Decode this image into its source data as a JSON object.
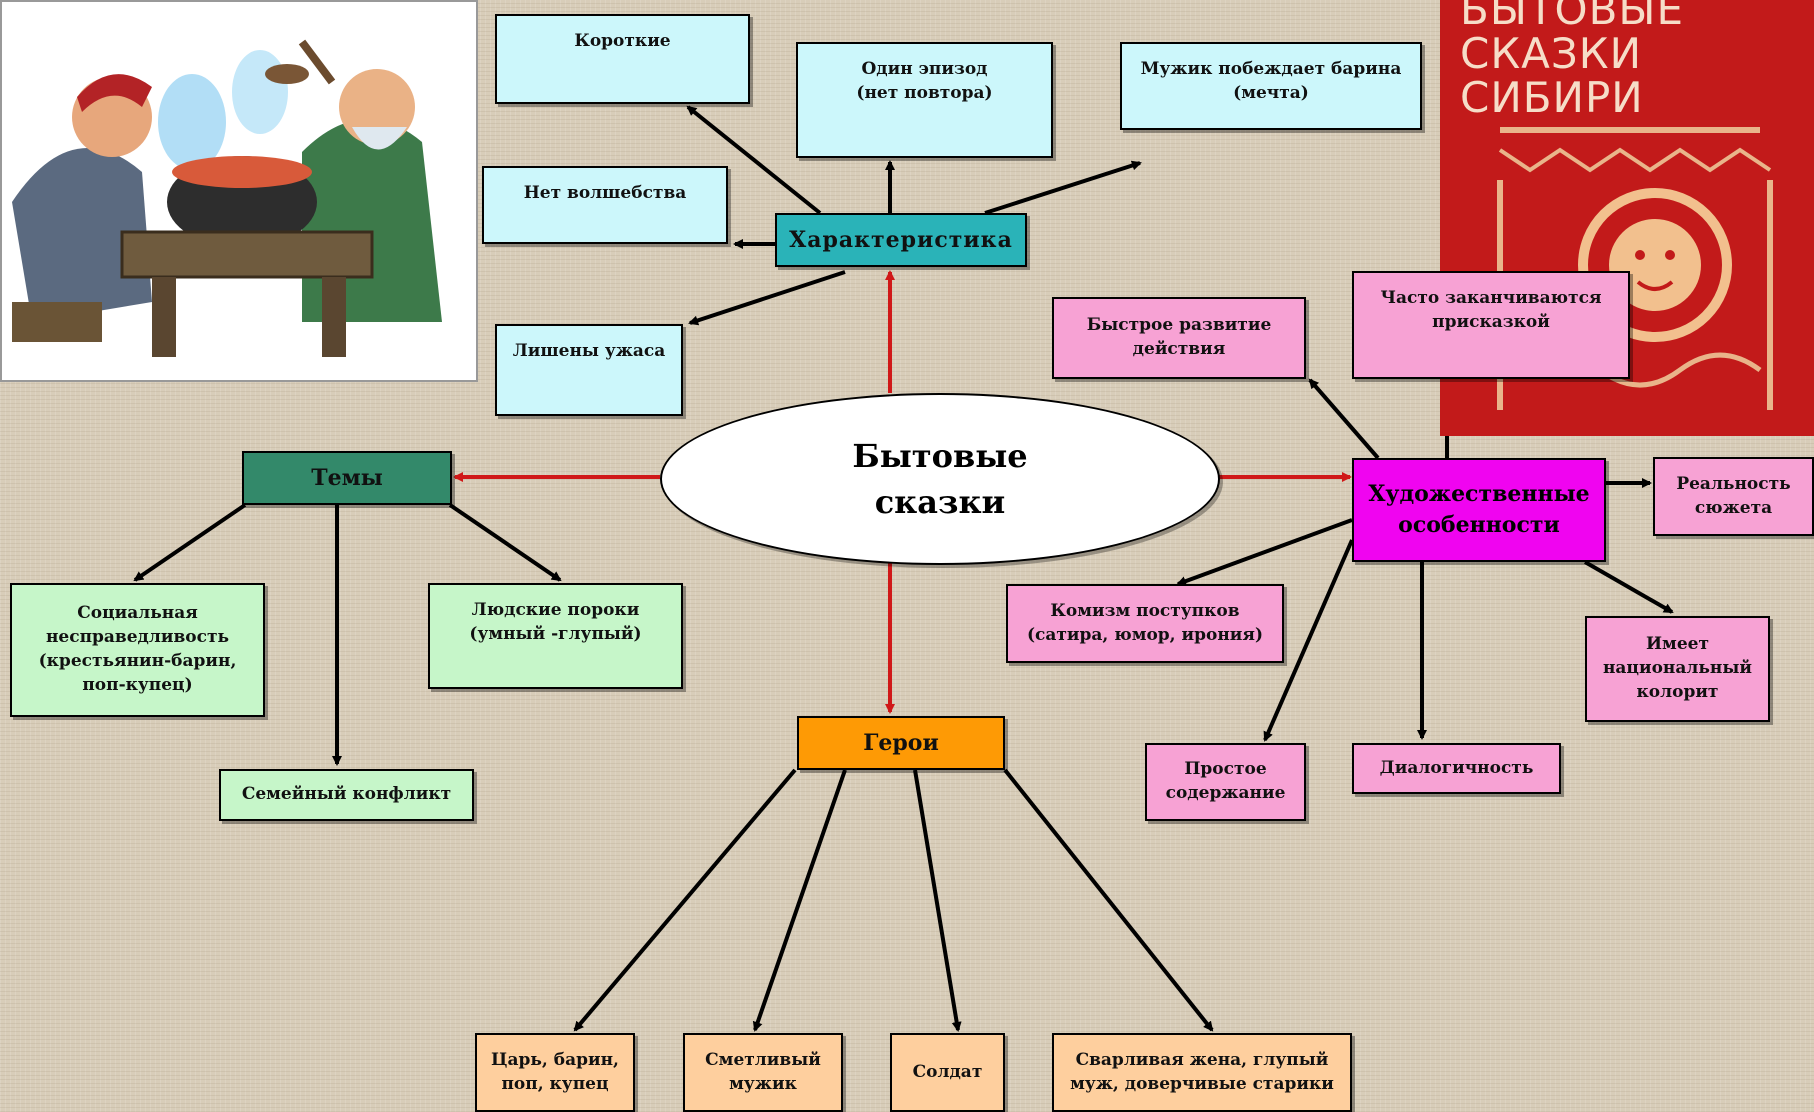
{
  "center": {
    "label": "Бытовые\nсказки"
  },
  "characteristics": {
    "title": "Характеристика",
    "items": {
      "short": "Короткие",
      "one_episode": "Один эпизод\n(нет повтора)",
      "peasant_wins": "Мужик побеждает барина\n(мечта)",
      "no_magic": "Нет волшебства",
      "no_horror": "Лишены ужаса"
    }
  },
  "themes": {
    "title": "Темы",
    "items": {
      "social": "Социальная\nнесправедливость\n(крестьянин-барин,\nпоп-купец)",
      "vices": "Людские пороки\n(умный -глупый)",
      "family": "Семейный конфликт"
    }
  },
  "heroes": {
    "title": "Герои",
    "items": {
      "tsar": "Царь, барин,\nпоп, купец",
      "peasant": "Сметливый\nмужик",
      "soldier": "Солдат",
      "wife": "Сварливая жена, глупый\nмуж, доверчивые старики"
    }
  },
  "artistic": {
    "title": "Художественные\nособенности",
    "items": {
      "fast": "Быстрое развитие\nдействия",
      "ending": "Часто заканчиваются\nприсказкой",
      "reality": "Реальность\nсюжета",
      "comic": "Комизм поступков\n(сатира, юмор, ирония)",
      "national": "Имеет\nнациональный\nколорит",
      "simple": "Простое\nсодержание",
      "dialog": "Диалогичность"
    }
  },
  "book": {
    "title": "БЫТОВЫЕ\nСКАЗКИ СИБИРИ"
  },
  "colors": {
    "arrow_main": "#d01818",
    "arrow_secondary": "#000000",
    "characteristics": "#2ab3b8",
    "themes": "#33896a",
    "heroes": "#fe9a05",
    "artistic": "#f004f0"
  }
}
